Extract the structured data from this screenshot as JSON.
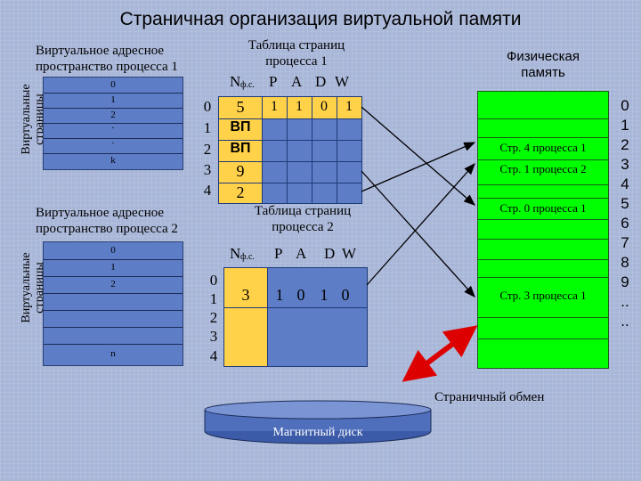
{
  "title": "Страничная организация виртуальной памяти",
  "vas1": {
    "label_line1": "Виртуальное адресное",
    "label_line2": "пространство процесса 1",
    "side_line1": "Виртуальные",
    "side_line2": "страницы",
    "rows": [
      "0",
      "1",
      "2",
      "·",
      "·",
      "k"
    ]
  },
  "vas2": {
    "label_line1": "Виртуальное адресное",
    "label_line2": "пространство процесса 2",
    "side_line1": "Виртуальные",
    "side_line2": "страницы",
    "rows": [
      "0",
      "1",
      "2",
      "",
      "",
      "",
      "n"
    ]
  },
  "pt1": {
    "label_line1": "Таблица страниц",
    "label_line2": "процесса 1",
    "header_n": "N",
    "header_sub": "ф.с.",
    "header_p": "P",
    "header_a": "A",
    "header_d": "D",
    "header_w": "W",
    "row_numbers": [
      "0",
      "1",
      "2",
      "3",
      "4"
    ],
    "frames": [
      "5",
      "ВП",
      "ВП",
      "9",
      "2"
    ],
    "row0_flags": [
      "1",
      "1",
      "0",
      "1"
    ]
  },
  "pt2": {
    "label_line1": "Таблица страниц",
    "label_line2": "процесса 2",
    "header_n": "N",
    "header_sub": "ф.с.",
    "header_p": "P",
    "header_a": "A",
    "header_d": "D",
    "header_w": "W",
    "row_numbers": [
      "0",
      "1",
      "2",
      "3",
      "4"
    ],
    "frame0": "3",
    "row0_flags": [
      "1",
      "0",
      "1",
      "0"
    ]
  },
  "phys": {
    "label_line1": "Физическая",
    "label_line2": "память",
    "frame_numbers": [
      "0",
      "1",
      "2",
      "3",
      "4",
      "5",
      "6",
      "7",
      "8",
      "9",
      "..",
      ".."
    ],
    "frame2": "Стр. 4 процесса 1",
    "frame3": "Стр. 1 процесса 2",
    "frame5": "Стр. 0 процесса 1",
    "frame9": "Стр. 3 процесса 1"
  },
  "swap_label": "Страничный обмен",
  "disk_label": "Магнитный диск",
  "colors": {
    "background": "#a8b6d8",
    "vaspace": "#5d7dc6",
    "page_table": "#ffd24a",
    "page_table_body": "#5d7dc6",
    "physical": "#00ff00",
    "swap_arrow": "#dc0000",
    "disk": "#4f6fbd"
  }
}
